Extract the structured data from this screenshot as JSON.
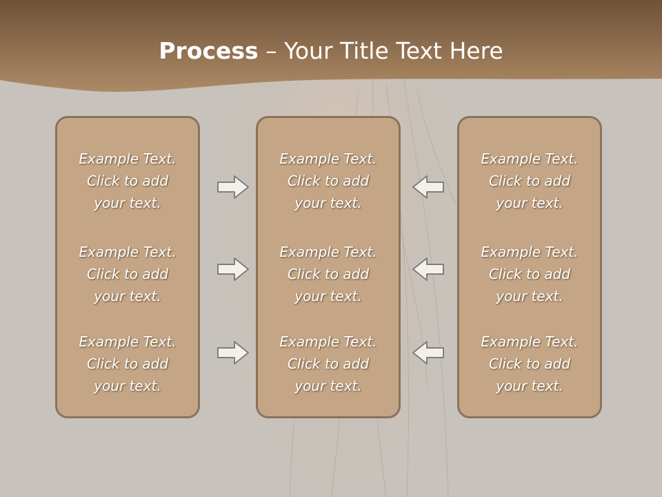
{
  "title": {
    "bold": "Process",
    "rest": " – Your Title Text Here"
  },
  "columns": [
    {
      "items": [
        {
          "line1": "Example Text.",
          "line2": "Click  to add",
          "line3": "your text."
        },
        {
          "line1": "Example Text.",
          "line2": "Click  to add",
          "line3": "your text."
        },
        {
          "line1": "Example Text.",
          "line2": "Click  to add",
          "line3": "your text."
        }
      ]
    },
    {
      "items": [
        {
          "line1": "Example Text.",
          "line2": "Click  to add",
          "line3": "your text."
        },
        {
          "line1": "Example Text.",
          "line2": "Click  to add",
          "line3": "your text."
        },
        {
          "line1": "Example Text.",
          "line2": "Click  to add",
          "line3": "your text."
        }
      ]
    },
    {
      "items": [
        {
          "line1": "Example Text.",
          "line2": "Click  to add",
          "line3": "your text."
        },
        {
          "line1": "Example Text.",
          "line2": "Click  to add",
          "line3": "your text."
        },
        {
          "line1": "Example Text.",
          "line2": "Click  to add",
          "line3": "your text."
        }
      ]
    }
  ],
  "arrows": {
    "left_group": "arrow-right-icon",
    "right_group": "arrow-left-icon"
  },
  "colors": {
    "header_dark": "#6e5137",
    "header_light": "#ad8a66",
    "panel_fill": "#c4a686",
    "panel_border": "#8a725d",
    "background": "#c7c2bc",
    "text": "#ffffff"
  }
}
